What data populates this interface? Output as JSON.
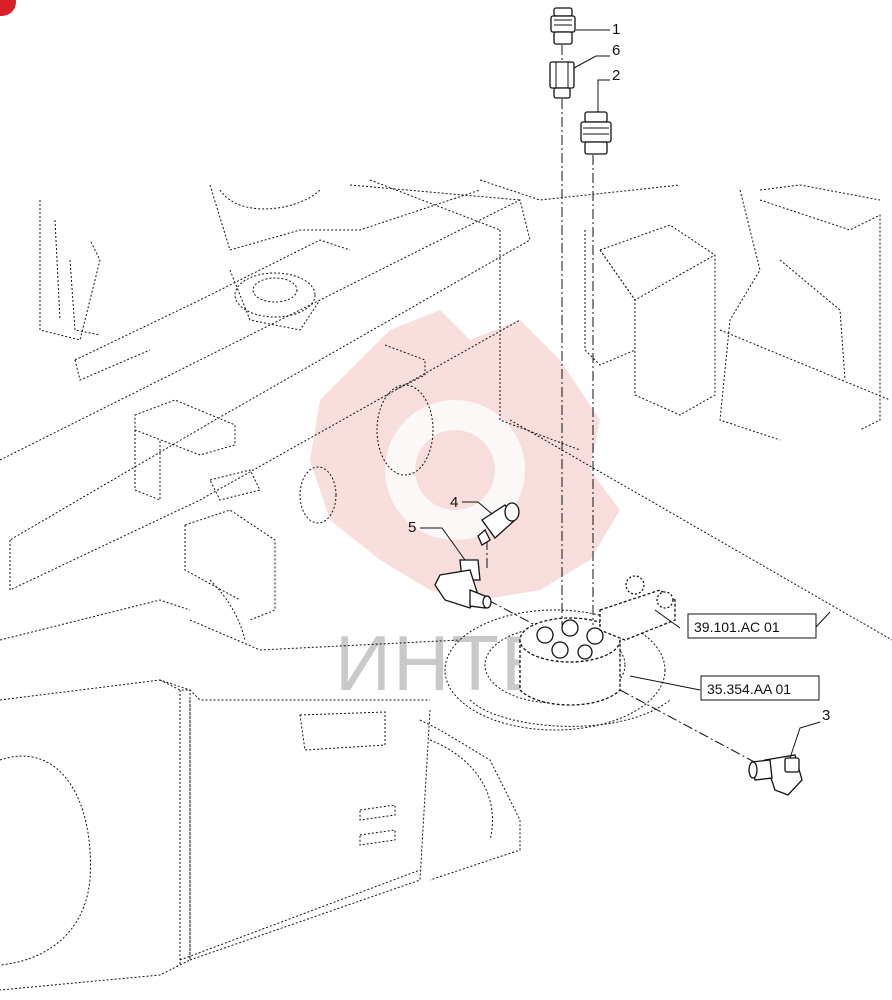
{
  "callouts": [
    {
      "id": "1",
      "label": "1"
    },
    {
      "id": "6",
      "label": "6"
    },
    {
      "id": "2",
      "label": "2"
    },
    {
      "id": "4",
      "label": "4"
    },
    {
      "id": "5",
      "label": "5"
    },
    {
      "id": "3",
      "label": "3"
    }
  ],
  "references": [
    {
      "id": "ref-a",
      "label": "39.101.AC 01"
    },
    {
      "id": "ref-b",
      "label": "35.354.AA 01"
    }
  ],
  "watermark": {
    "text": "ИНТЕХ",
    "color": "#f2b8b8"
  },
  "corner_marker": {
    "color": "#d81f26"
  }
}
